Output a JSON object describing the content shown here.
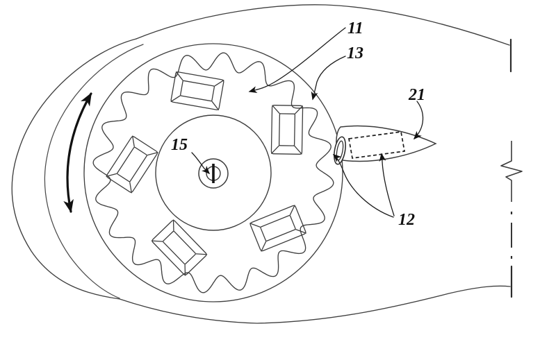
{
  "figure": {
    "type": "patent-mechanical-diagram",
    "background": "#ffffff",
    "ink_color": "#3a3a3a",
    "label_color": "#101010",
    "labels": {
      "ref11": "11",
      "ref12": "12",
      "ref13": "13",
      "ref15": "15",
      "ref21": "21"
    }
  }
}
